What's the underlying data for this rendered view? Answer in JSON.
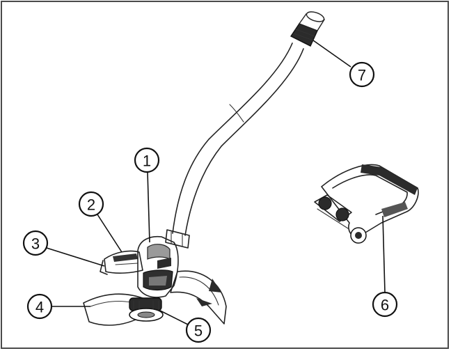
{
  "callouts": [
    {
      "id": "1",
      "label": "1"
    },
    {
      "id": "2",
      "label": "2"
    },
    {
      "id": "3",
      "label": "3"
    },
    {
      "id": "4",
      "label": "4"
    },
    {
      "id": "5",
      "label": "5"
    },
    {
      "id": "6",
      "label": "6"
    },
    {
      "id": "7",
      "label": "7"
    }
  ],
  "colors": {
    "line": "#222222",
    "frame": "#4a4a4a",
    "dark_part": "#2b2b2b",
    "mid_part": "#8a8a8a",
    "background": "#ffffff"
  }
}
